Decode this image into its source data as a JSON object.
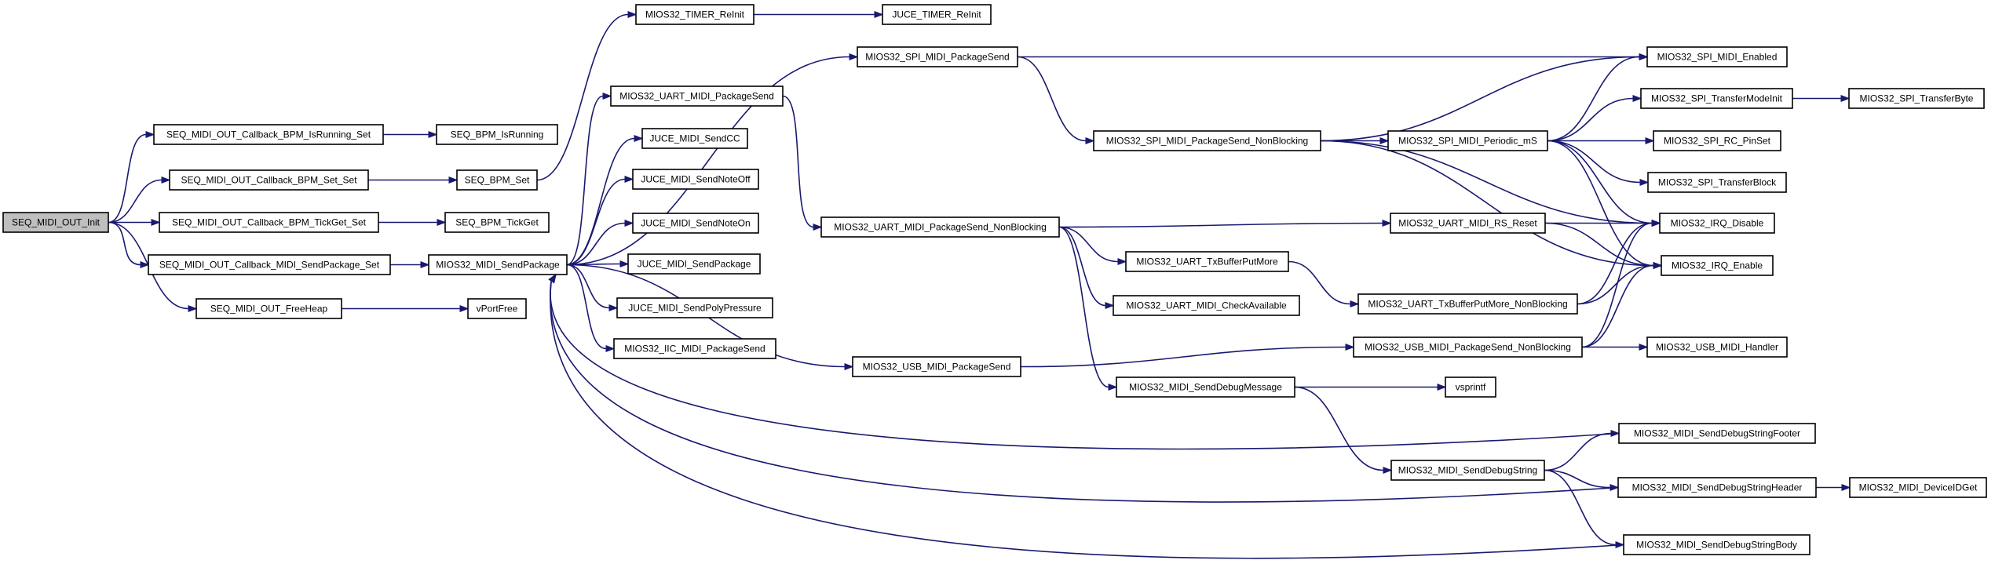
{
  "graph": {
    "root": "SEQ_MIDI_OUT_Init",
    "nodes": [
      "SEQ_MIDI_OUT_Init",
      "SEQ_MIDI_OUT_Callback_BPM_IsRunning_Set",
      "SEQ_MIDI_OUT_Callback_BPM_Set_Set",
      "SEQ_MIDI_OUT_Callback_BPM_TickGet_Set",
      "SEQ_MIDI_OUT_Callback_MIDI_SendPackage_Set",
      "SEQ_MIDI_OUT_FreeHeap",
      "SEQ_BPM_IsRunning",
      "SEQ_BPM_Set",
      "SEQ_BPM_TickGet",
      "MIOS32_MIDI_SendPackage",
      "vPortFree",
      "MIOS32_TIMER_ReInit",
      "JUCE_TIMER_ReInit",
      "MIOS32_SPI_MIDI_PackageSend",
      "MIOS32_UART_MIDI_PackageSend",
      "JUCE_MIDI_SendCC",
      "JUCE_MIDI_SendNoteOff",
      "JUCE_MIDI_SendNoteOn",
      "JUCE_MIDI_SendPackage",
      "JUCE_MIDI_SendPolyPressure",
      "MIOS32_IIC_MIDI_PackageSend",
      "MIOS32_USB_MIDI_PackageSend",
      "MIOS32_SPI_MIDI_PackageSend_NonBlocking",
      "MIOS32_UART_MIDI_PackageSend_NonBlocking",
      "MIOS32_MIDI_SendDebugMessage",
      "MIOS32_UART_MIDI_CheckAvailable",
      "MIOS32_UART_TxBufferPutMore",
      "MIOS32_UART_MIDI_RS_Reset",
      "MIOS32_SPI_MIDI_Periodic_mS",
      "MIOS32_UART_TxBufferPutMore_NonBlocking",
      "MIOS32_USB_MIDI_PackageSend_NonBlocking",
      "MIOS32_MIDI_SendDebugString",
      "vsprintf",
      "MIOS32_SPI_MIDI_Enabled",
      "MIOS32_SPI_TransferModeInit",
      "MIOS32_SPI_RC_PinSet",
      "MIOS32_SPI_TransferBlock",
      "MIOS32_IRQ_Disable",
      "MIOS32_IRQ_Enable",
      "MIOS32_USB_MIDI_Handler",
      "MIOS32_MIDI_SendDebugStringFooter",
      "MIOS32_MIDI_SendDebugStringHeader",
      "MIOS32_MIDI_SendDebugStringBody",
      "MIOS32_SPI_TransferByte",
      "MIOS32_MIDI_DeviceIDGet"
    ],
    "edges": [
      [
        "SEQ_MIDI_OUT_Init",
        "SEQ_MIDI_OUT_Callback_BPM_IsRunning_Set"
      ],
      [
        "SEQ_MIDI_OUT_Init",
        "SEQ_MIDI_OUT_Callback_BPM_Set_Set"
      ],
      [
        "SEQ_MIDI_OUT_Init",
        "SEQ_MIDI_OUT_Callback_BPM_TickGet_Set"
      ],
      [
        "SEQ_MIDI_OUT_Init",
        "SEQ_MIDI_OUT_Callback_MIDI_SendPackage_Set"
      ],
      [
        "SEQ_MIDI_OUT_Init",
        "SEQ_MIDI_OUT_FreeHeap"
      ],
      [
        "SEQ_MIDI_OUT_Callback_BPM_IsRunning_Set",
        "SEQ_BPM_IsRunning"
      ],
      [
        "SEQ_MIDI_OUT_Callback_BPM_Set_Set",
        "SEQ_BPM_Set"
      ],
      [
        "SEQ_MIDI_OUT_Callback_BPM_TickGet_Set",
        "SEQ_BPM_TickGet"
      ],
      [
        "SEQ_MIDI_OUT_Callback_MIDI_SendPackage_Set",
        "MIOS32_MIDI_SendPackage"
      ],
      [
        "SEQ_MIDI_OUT_FreeHeap",
        "vPortFree"
      ],
      [
        "SEQ_BPM_Set",
        "MIOS32_TIMER_ReInit"
      ],
      [
        "MIOS32_TIMER_ReInit",
        "JUCE_TIMER_ReInit"
      ],
      [
        "MIOS32_MIDI_SendPackage",
        "MIOS32_SPI_MIDI_PackageSend"
      ],
      [
        "MIOS32_MIDI_SendPackage",
        "MIOS32_UART_MIDI_PackageSend"
      ],
      [
        "MIOS32_MIDI_SendPackage",
        "JUCE_MIDI_SendCC"
      ],
      [
        "MIOS32_MIDI_SendPackage",
        "JUCE_MIDI_SendNoteOff"
      ],
      [
        "MIOS32_MIDI_SendPackage",
        "JUCE_MIDI_SendNoteOn"
      ],
      [
        "MIOS32_MIDI_SendPackage",
        "JUCE_MIDI_SendPackage"
      ],
      [
        "MIOS32_MIDI_SendPackage",
        "JUCE_MIDI_SendPolyPressure"
      ],
      [
        "MIOS32_MIDI_SendPackage",
        "MIOS32_IIC_MIDI_PackageSend"
      ],
      [
        "MIOS32_MIDI_SendPackage",
        "MIOS32_USB_MIDI_PackageSend"
      ],
      [
        "MIOS32_SPI_MIDI_PackageSend",
        "MIOS32_SPI_MIDI_Enabled"
      ],
      [
        "MIOS32_SPI_MIDI_PackageSend",
        "MIOS32_SPI_MIDI_PackageSend_NonBlocking"
      ],
      [
        "MIOS32_UART_MIDI_PackageSend",
        "MIOS32_UART_MIDI_PackageSend_NonBlocking"
      ],
      [
        "MIOS32_USB_MIDI_PackageSend",
        "MIOS32_USB_MIDI_PackageSend_NonBlocking"
      ],
      [
        "MIOS32_SPI_MIDI_PackageSend_NonBlocking",
        "MIOS32_SPI_MIDI_Enabled"
      ],
      [
        "MIOS32_SPI_MIDI_PackageSend_NonBlocking",
        "MIOS32_SPI_MIDI_Periodic_mS"
      ],
      [
        "MIOS32_SPI_MIDI_PackageSend_NonBlocking",
        "MIOS32_IRQ_Disable"
      ],
      [
        "MIOS32_SPI_MIDI_PackageSend_NonBlocking",
        "MIOS32_IRQ_Enable"
      ],
      [
        "MIOS32_UART_MIDI_PackageSend_NonBlocking",
        "MIOS32_UART_MIDI_RS_Reset"
      ],
      [
        "MIOS32_UART_MIDI_PackageSend_NonBlocking",
        "MIOS32_UART_TxBufferPutMore"
      ],
      [
        "MIOS32_UART_MIDI_PackageSend_NonBlocking",
        "MIOS32_UART_MIDI_CheckAvailable"
      ],
      [
        "MIOS32_UART_MIDI_PackageSend_NonBlocking",
        "MIOS32_MIDI_SendDebugMessage"
      ],
      [
        "MIOS32_SPI_MIDI_Periodic_mS",
        "MIOS32_SPI_MIDI_Enabled"
      ],
      [
        "MIOS32_SPI_MIDI_Periodic_mS",
        "MIOS32_SPI_TransferModeInit"
      ],
      [
        "MIOS32_SPI_MIDI_Periodic_mS",
        "MIOS32_SPI_RC_PinSet"
      ],
      [
        "MIOS32_SPI_MIDI_Periodic_mS",
        "MIOS32_SPI_TransferBlock"
      ],
      [
        "MIOS32_SPI_MIDI_Periodic_mS",
        "MIOS32_IRQ_Disable"
      ],
      [
        "MIOS32_SPI_MIDI_Periodic_mS",
        "MIOS32_IRQ_Enable"
      ],
      [
        "MIOS32_SPI_TransferModeInit",
        "MIOS32_SPI_TransferByte"
      ],
      [
        "MIOS32_UART_MIDI_RS_Reset",
        "MIOS32_IRQ_Disable"
      ],
      [
        "MIOS32_UART_MIDI_RS_Reset",
        "MIOS32_IRQ_Enable"
      ],
      [
        "MIOS32_UART_TxBufferPutMore",
        "MIOS32_UART_TxBufferPutMore_NonBlocking"
      ],
      [
        "MIOS32_UART_TxBufferPutMore_NonBlocking",
        "MIOS32_IRQ_Disable"
      ],
      [
        "MIOS32_UART_TxBufferPutMore_NonBlocking",
        "MIOS32_IRQ_Enable"
      ],
      [
        "MIOS32_USB_MIDI_PackageSend_NonBlocking",
        "MIOS32_IRQ_Disable"
      ],
      [
        "MIOS32_USB_MIDI_PackageSend_NonBlocking",
        "MIOS32_IRQ_Enable"
      ],
      [
        "MIOS32_USB_MIDI_PackageSend_NonBlocking",
        "MIOS32_USB_MIDI_Handler"
      ],
      [
        "MIOS32_MIDI_SendDebugMessage",
        "vsprintf"
      ],
      [
        "MIOS32_MIDI_SendDebugMessage",
        "MIOS32_MIDI_SendDebugString"
      ],
      [
        "MIOS32_MIDI_SendDebugString",
        "MIOS32_MIDI_SendDebugStringFooter"
      ],
      [
        "MIOS32_MIDI_SendDebugString",
        "MIOS32_MIDI_SendDebugStringHeader"
      ],
      [
        "MIOS32_MIDI_SendDebugString",
        "MIOS32_MIDI_SendDebugStringBody"
      ],
      [
        "MIOS32_MIDI_SendDebugStringHeader",
        "MIOS32_MIDI_DeviceIDGet"
      ],
      [
        "MIOS32_MIDI_SendDebugStringFooter",
        "MIOS32_MIDI_SendPackage"
      ],
      [
        "MIOS32_MIDI_SendDebugStringHeader",
        "MIOS32_MIDI_SendPackage"
      ],
      [
        "MIOS32_MIDI_SendDebugStringBody",
        "MIOS32_MIDI_SendPackage"
      ]
    ]
  },
  "colors": {
    "edge": "#191970",
    "root_fill": "#bfbfbf",
    "node_fill": "#ffffff",
    "node_border": "#000000"
  }
}
